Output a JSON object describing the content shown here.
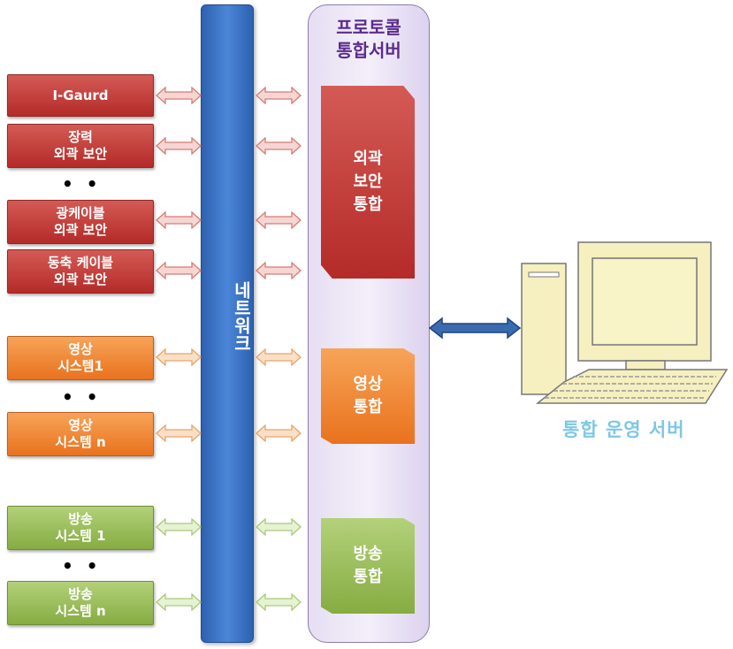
{
  "source_devices": [
    {
      "lines": [
        "I-Gaurd"
      ],
      "color": "red"
    },
    {
      "lines": [
        "장력",
        "외곽 보안"
      ],
      "color": "red"
    },
    {
      "lines": [
        "광케이블",
        "외곽 보안"
      ],
      "color": "red"
    },
    {
      "lines": [
        "동축 케이블",
        "외곽 보안"
      ],
      "color": "red"
    },
    {
      "lines": [
        "영상",
        "시스템1"
      ],
      "color": "orange"
    },
    {
      "lines": [
        "영상",
        "시스템 n"
      ],
      "color": "orange"
    },
    {
      "lines": [
        "방송",
        "시스템 1"
      ],
      "color": "green"
    },
    {
      "lines": [
        "방송",
        "시스템 n"
      ],
      "color": "green"
    }
  ],
  "ellipsis": "• • •",
  "network": {
    "label": "네트워크"
  },
  "protocol_server": {
    "title_line1": "프로토콜",
    "title_line2": "통합서버",
    "modules": [
      {
        "lines": [
          "외곽",
          "보안",
          "통합"
        ],
        "color": "red"
      },
      {
        "lines": [
          "영상",
          "통합"
        ],
        "color": "orange"
      },
      {
        "lines": [
          "방송",
          "통합"
        ],
        "color": "green"
      }
    ]
  },
  "ops_server": {
    "caption": "통합 운영 서버",
    "icon": "desktop-computer-icon"
  },
  "colors": {
    "red": "#c0403c",
    "orange": "#f08a3a",
    "green": "#9bbf5a",
    "network": "#3a72c4",
    "server_border": "#8f7cae",
    "caption": "#7ec7e6",
    "link_arrow": "#2e5b9a"
  }
}
